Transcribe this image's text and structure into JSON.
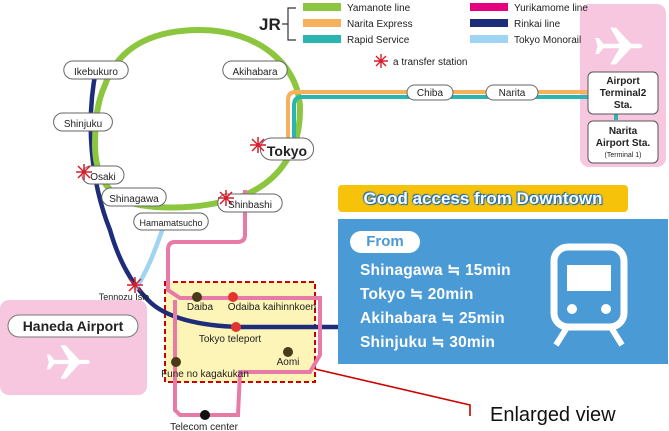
{
  "legend": {
    "jr_label": "JR",
    "items": [
      {
        "label": "Yamanote line",
        "color": "#8cc63f"
      },
      {
        "label": "Yurikamome line",
        "color": "#e4007f"
      },
      {
        "label": "Narita Express",
        "color": "#f7b05b"
      },
      {
        "label": "Rinkai line",
        "color": "#1d2d7a"
      },
      {
        "label": "Rapid Service",
        "color": "#2ab5b0"
      },
      {
        "label": "Tokyo Monorail",
        "color": "#9fd4f2"
      }
    ],
    "transfer_label": "a transfer station"
  },
  "stations": {
    "ikebukuro": "Ikebukuro",
    "akihabara": "Akihabara",
    "shinjuku": "Shinjuku",
    "tokyo": "Tokyo",
    "osaki": "Osaki",
    "shinagawa": "Shinagawa",
    "shinbashi": "Shinbashi",
    "hamamatsucho": "Hamamatsucho",
    "tennozu_isle": "Tennozu Isle",
    "daiba": "Daiba",
    "odaiba_kaihinkoen": "Odaiba kaihinnkoen",
    "tokyo_teleport": "Tokyo teleport",
    "aomi": "Aomi",
    "fune_no_kagakukan": "Fune no kagakukan",
    "telecom_center": "Telecom center",
    "chiba": "Chiba",
    "narita": "Narita"
  },
  "airports": {
    "narita_t2": [
      "Airport",
      "Terminal2",
      "Sta."
    ],
    "narita_t1": [
      "Narita",
      "Airport Sta."
    ],
    "narita_t1_note": "(Terminal 1)",
    "haneda": "Haneda Airport"
  },
  "access": {
    "title": "Good access from Downtown",
    "from": "From",
    "times": [
      "Shinagawa ≒ 15min",
      "Tokyo ≒ 20min",
      "Akihabara ≒ 25min",
      "Shinjuku ≒ 30min"
    ]
  },
  "enlarged_view": "Enlarged view"
}
